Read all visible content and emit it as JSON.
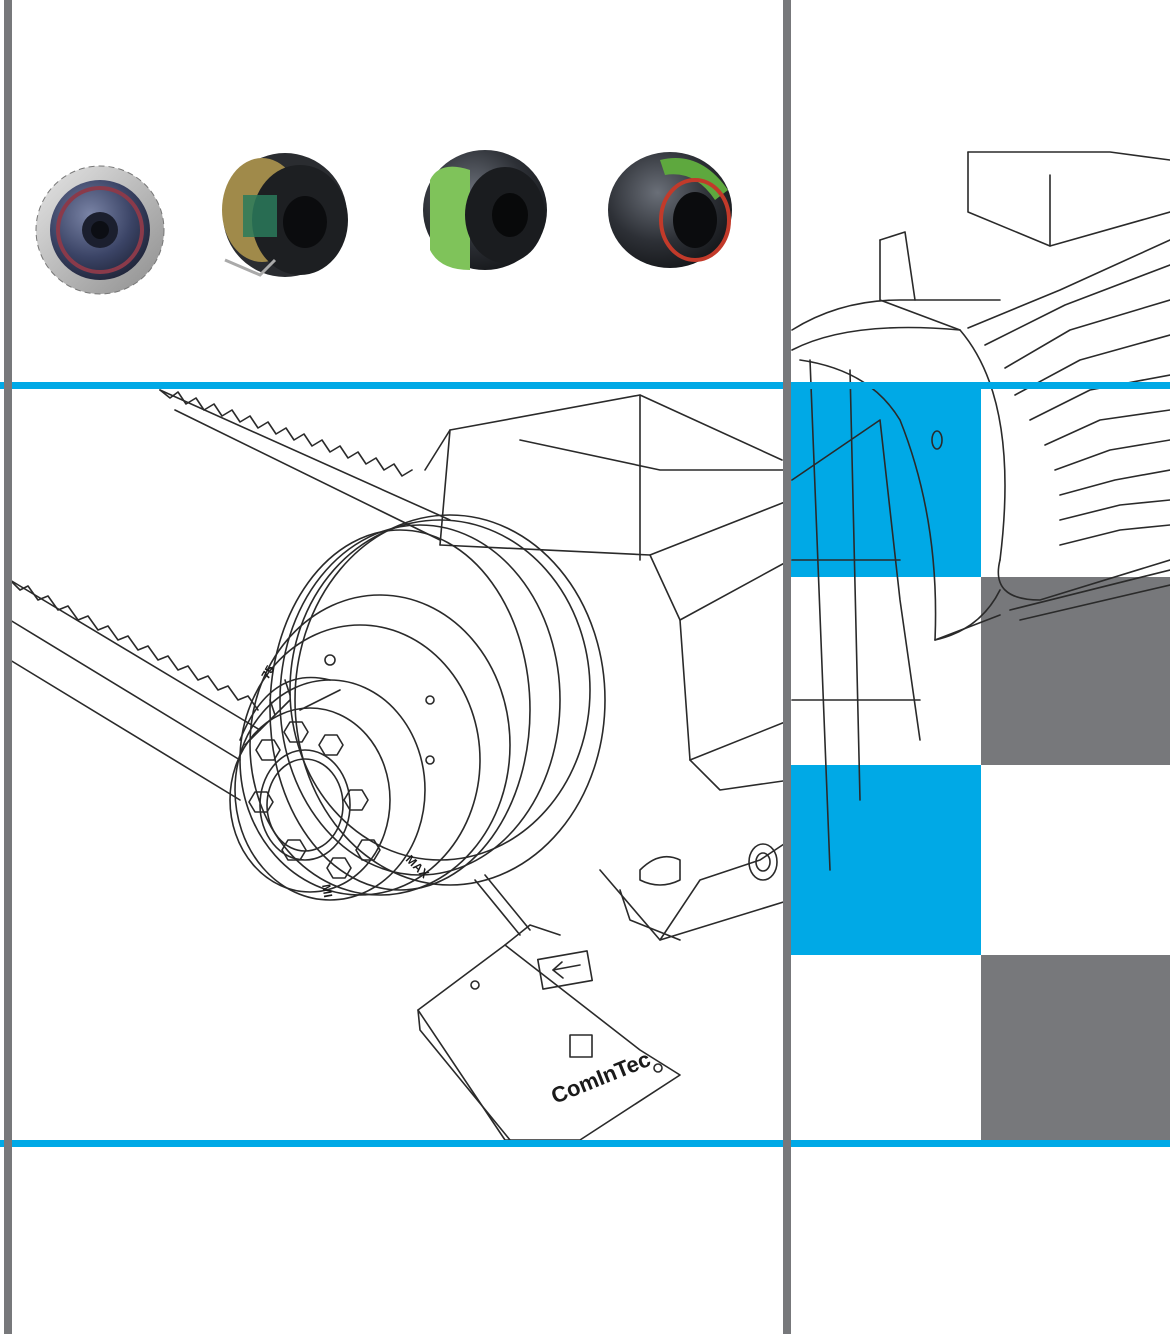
{
  "colors": {
    "accent_blue": "#00a9e6",
    "bar_gray": "#77787b",
    "line": "#2a2a2a"
  },
  "illustration": {
    "brand_label": "ComInTec",
    "dial_labels": {
      "max": "MAX",
      "min": "MI",
      "mid": "75"
    }
  }
}
